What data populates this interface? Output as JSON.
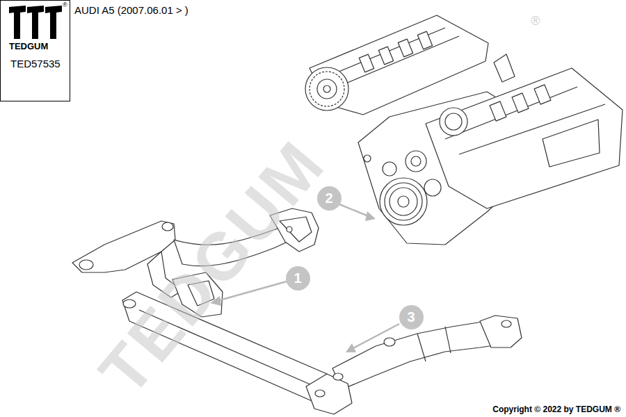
{
  "diagram": {
    "title": "AUDI A5 (2007.06.01 > )",
    "nodes": [
      {
        "text": [
          "®",
          "TEDGUM",
          "TED57535"
        ]
      },
      {
        "text": [
          "2"
        ]
      },
      {
        "text": [
          "1"
        ]
      },
      {
        "text": [
          "3"
        ]
      }
    ],
    "labels": [
      "TEDGUM",
      "®",
      "Copyright © 2022 by TEDGUM ®"
    ]
  }
}
